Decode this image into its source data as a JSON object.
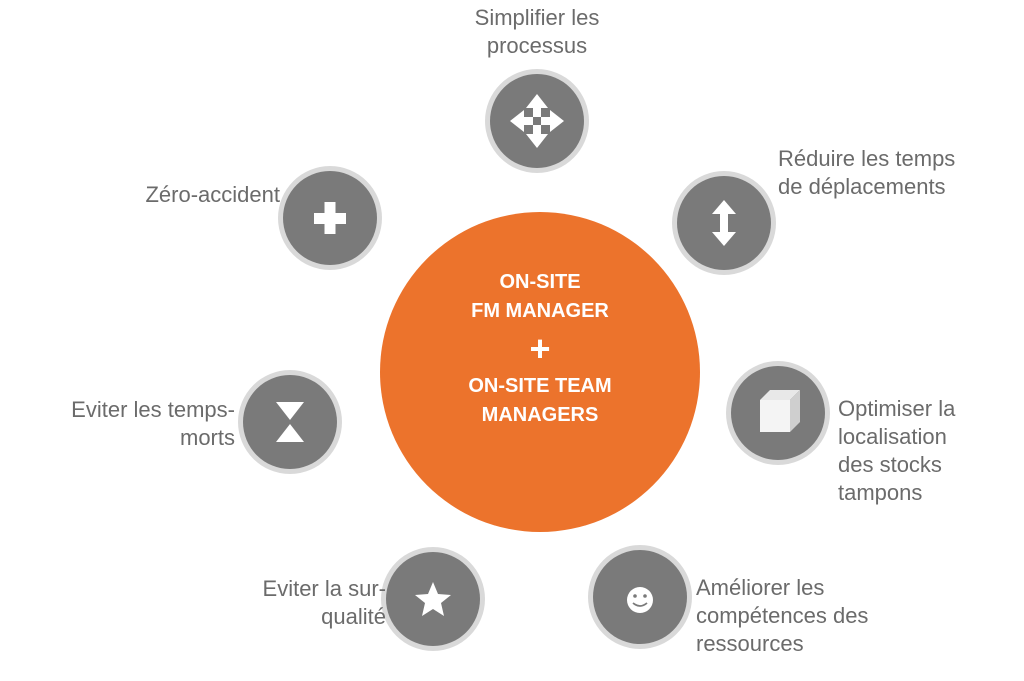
{
  "colors": {
    "hub": "#ec732c",
    "node": "#7a7a7a",
    "node_ring": "#d9d9d9",
    "icon": "#ffffff",
    "label": "#6b6b6b"
  },
  "hub": {
    "line1": "ON-SITE",
    "line2": "FM MANAGER",
    "plus": "+",
    "line3": "ON-SITE TEAM",
    "line4": "MANAGERS"
  },
  "nodes": [
    {
      "icon": "four-arrows-icon",
      "label": [
        "Simplifier les",
        "processus"
      ]
    },
    {
      "icon": "vertical-arrow-icon",
      "label": [
        "Réduire les temps",
        "de déplacements"
      ]
    },
    {
      "icon": "cube-icon",
      "label": [
        "Optimiser la",
        "localisation",
        "des stocks",
        "tampons"
      ]
    },
    {
      "icon": "smiley-icon",
      "label": [
        "Améliorer les",
        "compétences des",
        "ressources"
      ]
    },
    {
      "icon": "star-icon",
      "label": [
        "Eviter la sur-",
        "qualité"
      ]
    },
    {
      "icon": "hourglass-icon",
      "label": [
        "Eviter les temps-",
        "morts"
      ]
    },
    {
      "icon": "plus-icon",
      "label": [
        "Zéro-accident"
      ]
    }
  ]
}
